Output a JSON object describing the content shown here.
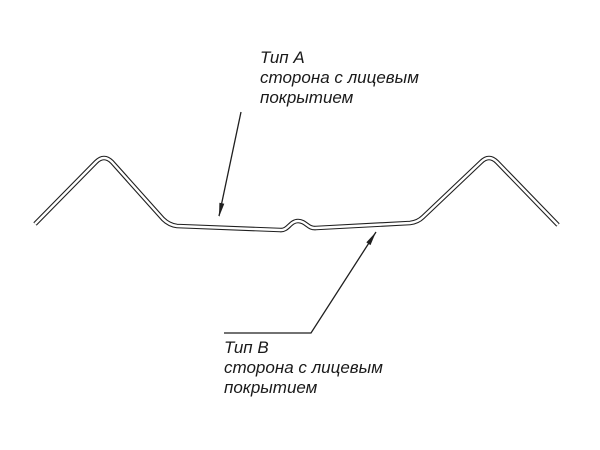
{
  "diagram": {
    "title": "Profile cross-section with coating side callouts",
    "line_color": "#1f1f1f",
    "background_color": "#ffffff",
    "label_a": {
      "title": "Тип А",
      "line1": "сторона с лицевым",
      "line2": "покрытием"
    },
    "label_b": {
      "title": "Тип В",
      "line1": "сторона с лицевым",
      "line2": "покрытием"
    }
  }
}
